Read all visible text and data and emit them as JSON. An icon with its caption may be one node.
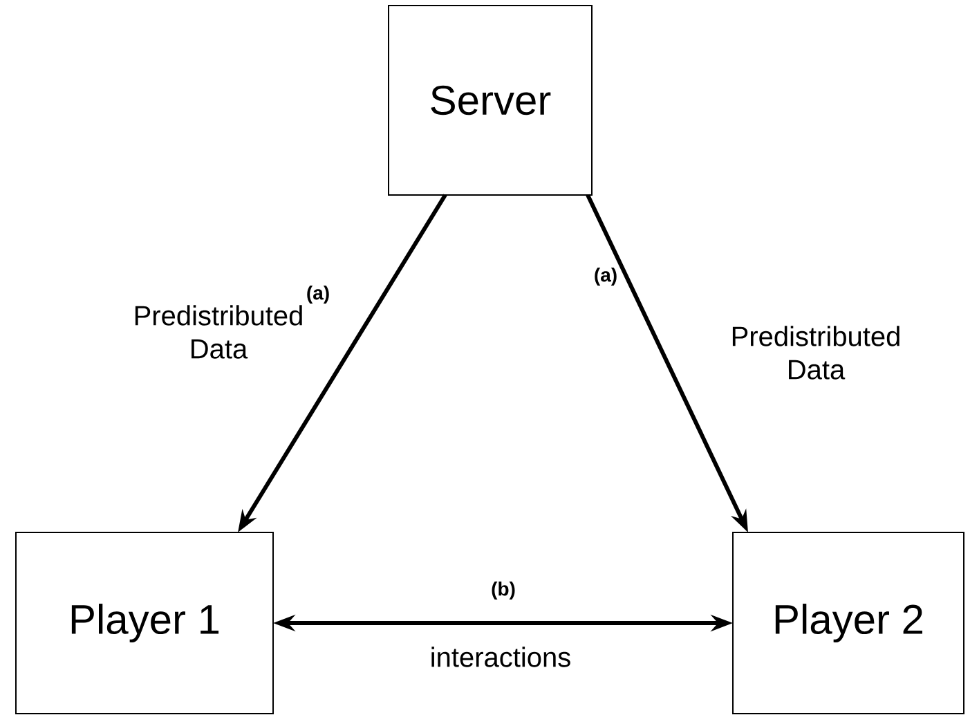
{
  "diagram": {
    "nodes": [
      {
        "text": [
          "Server"
        ]
      },
      {
        "text": [
          "Player 1"
        ]
      },
      {
        "text": [
          "Player 2"
        ]
      }
    ],
    "edges": [
      {
        "from": 0,
        "to": 1,
        "arrow": "to",
        "label": "(a)"
      },
      {
        "from": 0,
        "to": 2,
        "arrow": "to",
        "label": "(a)"
      },
      {
        "from": 1,
        "to": 2,
        "arrow": "both",
        "label": "(b)"
      }
    ],
    "labels": [
      "Predistributed Data",
      "Predistributed Data",
      "interactions"
    ]
  }
}
